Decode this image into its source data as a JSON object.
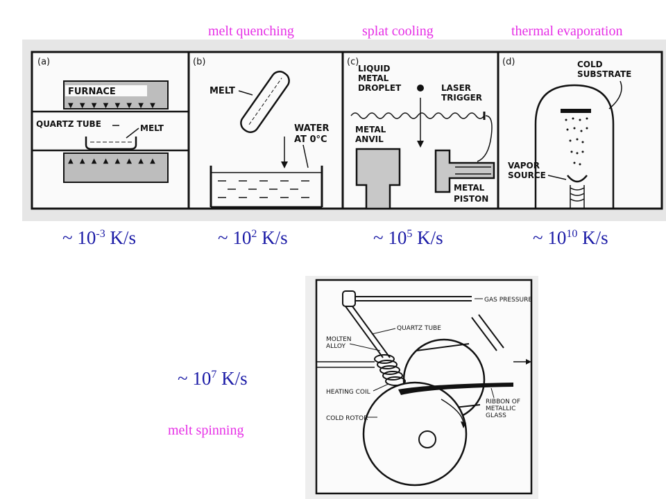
{
  "methods": {
    "melt_quenching": "melt quenching",
    "splat_cooling": "splat cooling",
    "thermal_evaporation": "thermal evaporation",
    "melt_spinning": "melt spinning"
  },
  "rates": {
    "a": {
      "prefix": "~ 10",
      "exp": "-3",
      "unit": " K/s"
    },
    "b": {
      "prefix": "~ 10",
      "exp": "2",
      "unit": " K/s"
    },
    "c": {
      "prefix": "~ 10",
      "exp": "5",
      "unit": " K/s"
    },
    "d": {
      "prefix": "~ 10",
      "exp": "10",
      "unit": " K/s"
    },
    "spin": {
      "prefix": "~ 10",
      "exp": "7",
      "unit": " K/s"
    }
  },
  "panels": {
    "a": {
      "tag": "(a)",
      "furnace": "FURNACE",
      "quartz_tube": "QUARTZ TUBE",
      "melt": "MELT"
    },
    "b": {
      "tag": "(b)",
      "melt": "MELT",
      "water1": "WATER",
      "water2": "AT 0°C"
    },
    "c": {
      "tag": "(c)",
      "droplet1": "LIQUID",
      "droplet2": "METAL",
      "droplet3": "DROPLET",
      "laser1": "LASER",
      "laser2": "TRIGGER",
      "anvil1": "METAL",
      "anvil2": "ANVIL",
      "piston1": "METAL",
      "piston2": "PISTON"
    },
    "d": {
      "tag": "(d)",
      "cold1": "COLD",
      "cold2": "SUBSTRATE",
      "vapor1": "VAPOR",
      "vapor2": "SOURCE"
    }
  },
  "spinning": {
    "gas_pressure": "GAS PRESSURE",
    "quartz_tube": "QUARTZ TUBE",
    "molten1": "MOLTEN",
    "molten2": "ALLOY",
    "heating_coil": "HEATING COIL",
    "cold_rotor": "COLD ROTOR",
    "ribbon1": "RIBBON OF",
    "ribbon2": "METALLIC",
    "ribbon3": "GLASS"
  }
}
